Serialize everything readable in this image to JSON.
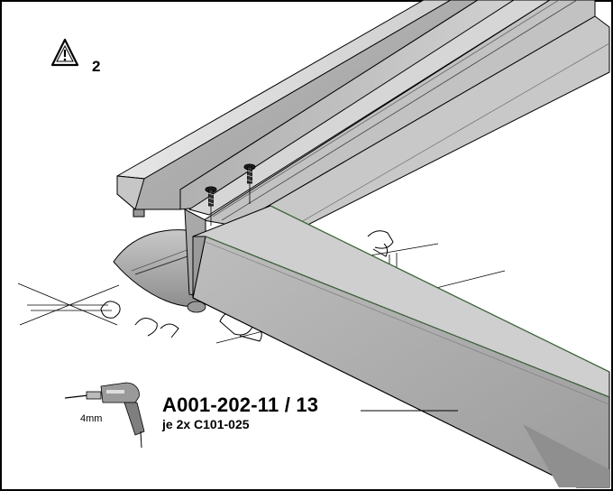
{
  "warning": {
    "icon": "warning-triangle-icon",
    "number": "2"
  },
  "tool": {
    "icon": "power-drill-icon",
    "bit_size": "4mm"
  },
  "callout": {
    "part_number": "A001-202-11 / 13",
    "quantity": "je 2x C101-025"
  },
  "colors": {
    "line": "#000000",
    "metal_light": "#d8d8d8",
    "metal_mid": "#b4b4b4",
    "metal_dark": "#8a8a8a",
    "edge_green": "#3d6b3d"
  }
}
